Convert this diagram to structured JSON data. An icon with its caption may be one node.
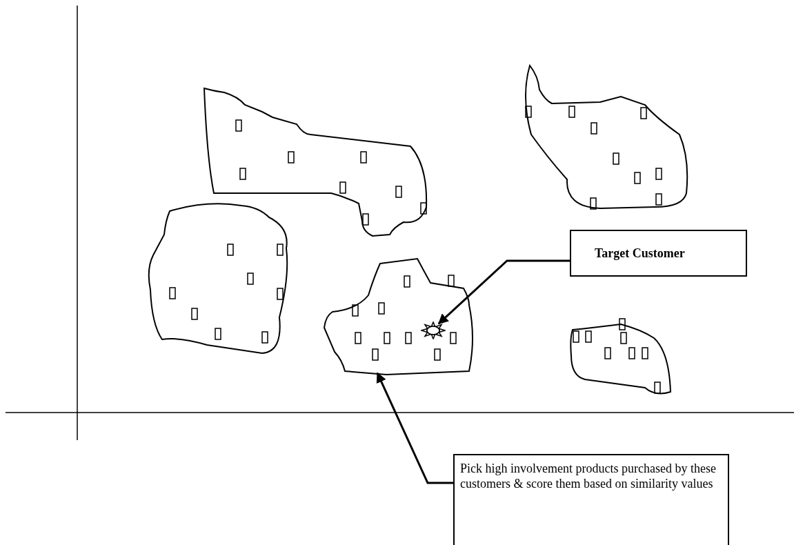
{
  "diagram": {
    "nodes": [
      {
        "text": [
          "Target Customer"
        ]
      },
      {
        "text": [],
        "shape": "blob"
      },
      {
        "text": [],
        "shape": "star",
        "in": 1
      },
      {
        "text": [
          "Pick high involvement products purchased by these customers & score them based on similarity values"
        ]
      }
    ],
    "edges": [
      {
        "from": 0,
        "to": 2,
        "arrow": "to"
      },
      {
        "from": 3,
        "to": 1,
        "arrow": "to"
      }
    ]
  }
}
